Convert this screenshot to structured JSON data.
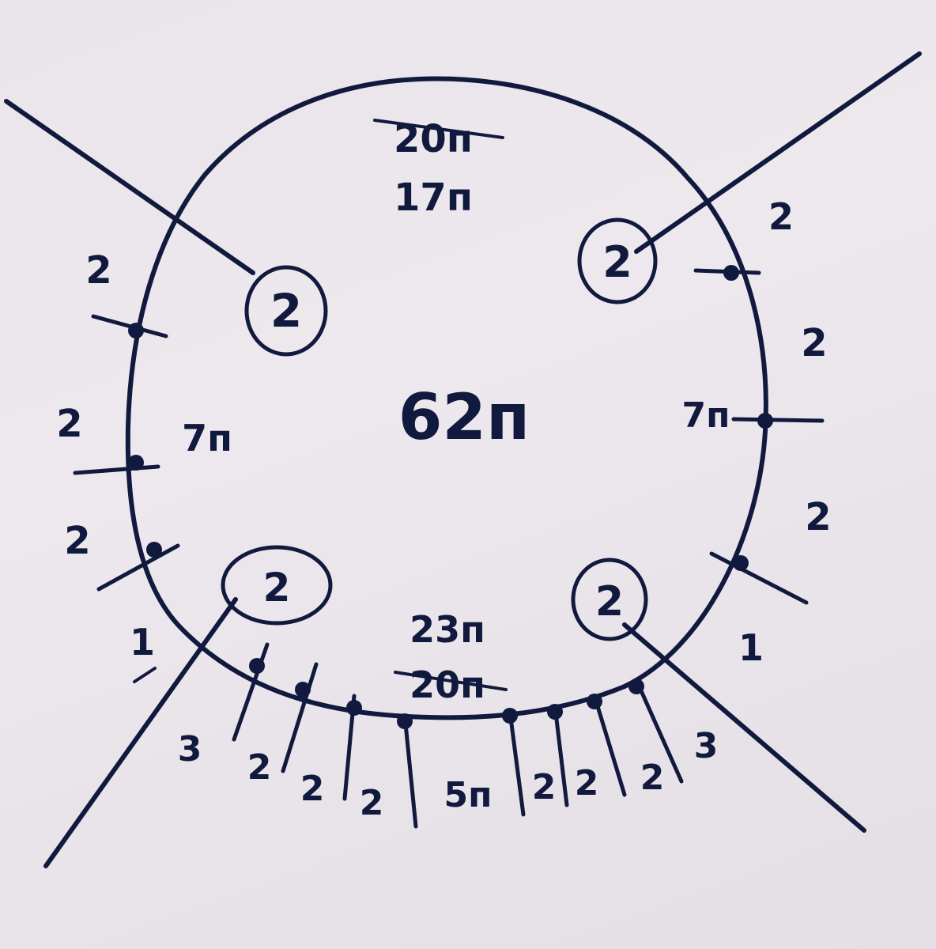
{
  "center_label": "62п",
  "top_labels": {
    "old": "20п",
    "new": "17п"
  },
  "bottom_labels": {
    "new": "23п",
    "old": "20п"
  },
  "left_section_label": "7п",
  "right_section_label": "7п",
  "raglan_markers": [
    "2",
    "2",
    "2",
    "2"
  ],
  "left_side_counts": [
    "2",
    "2",
    "2",
    "1"
  ],
  "right_side_counts": [
    "2",
    "2",
    "2",
    "1"
  ],
  "bottom_counts": [
    "3",
    "2",
    "2",
    "2",
    "5п",
    "2",
    "2",
    "2",
    "3"
  ]
}
